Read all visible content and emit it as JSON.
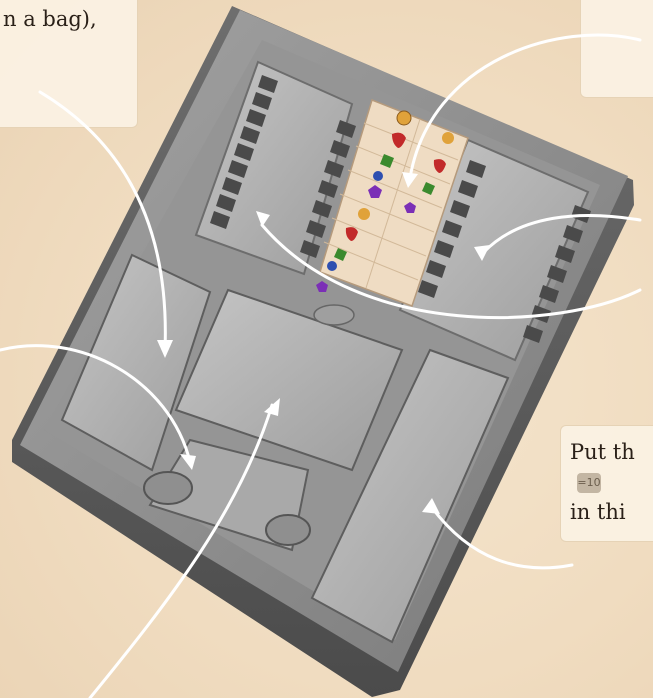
{
  "callouts": {
    "top_left": {
      "text": "n a bag),"
    },
    "right": {
      "line1": "Put th",
      "token": "=10",
      "line3": "in thi"
    }
  },
  "colors": {
    "tray_light": "#8d8d8d",
    "tray_dark": "#575757",
    "card_strip": "#efdcc3",
    "arrow": "#ffffff"
  }
}
